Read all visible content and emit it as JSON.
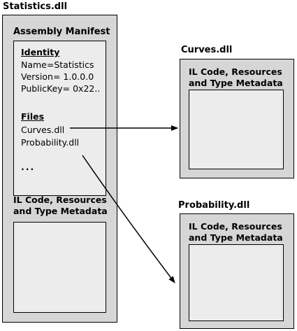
{
  "main_assembly": {
    "file_name": "Statistics.dll",
    "manifest_title": "Assembly Manifest",
    "identity": {
      "heading": "Identity",
      "name": "Name=Statistics",
      "version": "Version= 1.0.0.0",
      "public_key": "PublicKey= 0x22.."
    },
    "files": {
      "heading": "Files",
      "items": [
        "Curves.dll",
        "Probability.dll"
      ],
      "more": "..."
    },
    "il_section": {
      "line1": "IL Code, Resources",
      "line2": "and Type Metadata"
    }
  },
  "modules": [
    {
      "file_name": "Curves.dll",
      "line1": "IL Code, Resources",
      "line2": "and Type Metadata"
    },
    {
      "file_name": "Probability.dll",
      "line1": "IL Code, Resources",
      "line2": "and Type Metadata"
    }
  ]
}
